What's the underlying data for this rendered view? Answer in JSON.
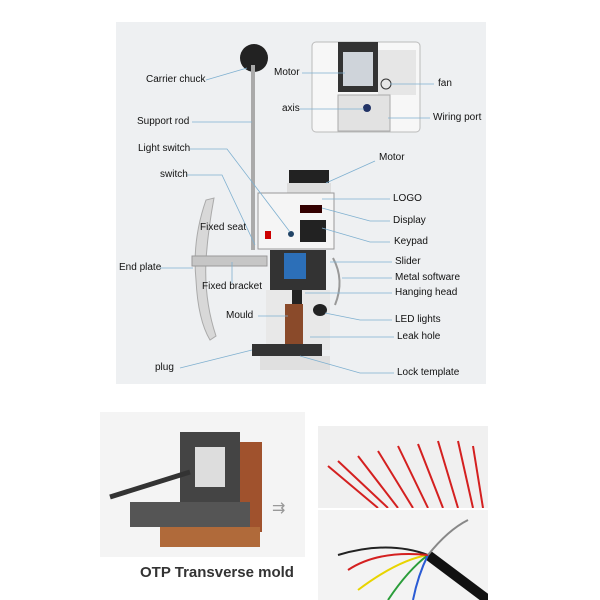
{
  "labels": {
    "carrier_chuck": "Carrier chuck",
    "motor_inset": "Motor",
    "fan": "fan",
    "axis": "axis",
    "wiring_port": "Wiring port",
    "support_rod": "Support rod",
    "light_switch": "Light switch",
    "motor": "Motor",
    "switch": "switch",
    "logo": "LOGO",
    "display": "Display",
    "fixed_seat": "Fixed seat",
    "keypad": "Keypad",
    "end_plate": "End plate",
    "slider": "Slider",
    "metal_software": "Metal software",
    "fixed_bracket": "Fixed bracket",
    "hanging_head": "Hanging head",
    "mould": "Mould",
    "led_lights": "LED lights",
    "leak_hole": "Leak hole",
    "plug": "plug",
    "lock_template": "Lock template"
  },
  "caption": "OTP Transverse mold",
  "colors": {
    "leader": "#7fb0d0",
    "background": "#eef0f2",
    "wire_red": "#d42020"
  }
}
